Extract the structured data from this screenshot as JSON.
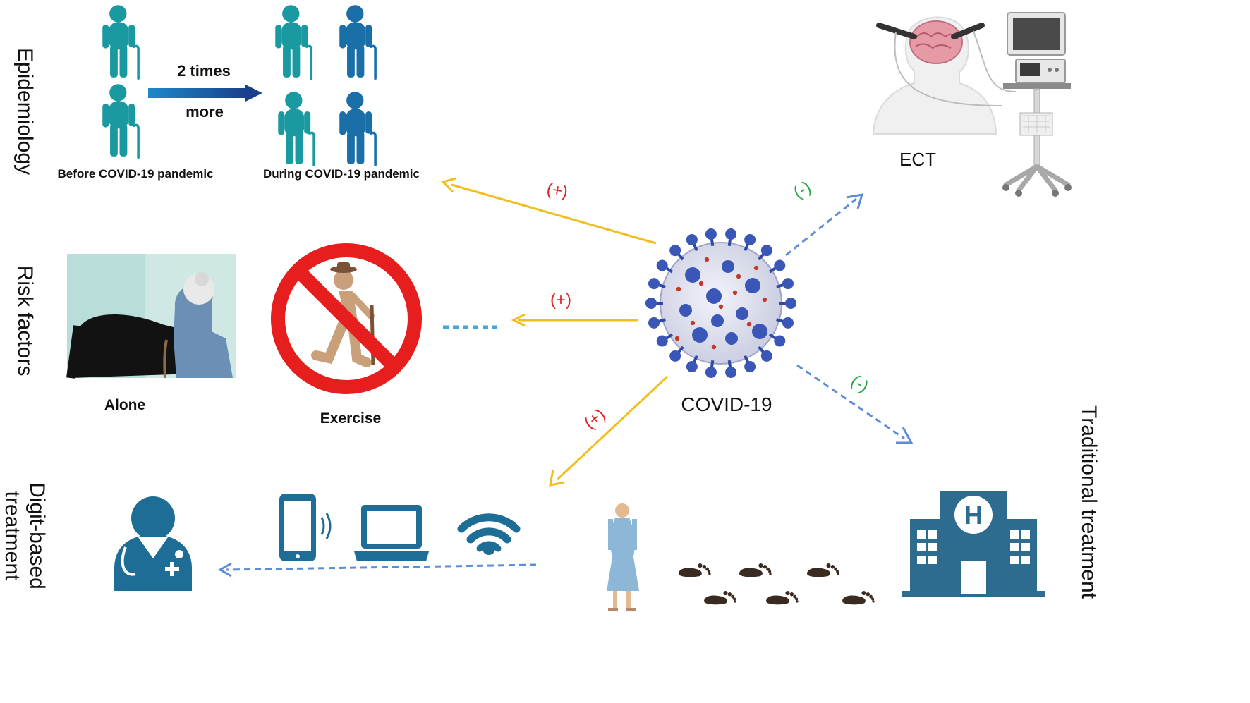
{
  "side_labels": {
    "epidemiology": "Epidemiology",
    "risk_factors": "Risk  factors",
    "digit_line1": "Digit-based",
    "digit_line2": "treatment",
    "traditional": "Traditional treatment"
  },
  "epidemiology": {
    "multiplier_top": "2 times",
    "multiplier_bottom": "more",
    "before": "Before COVID-19 pandemic",
    "during": "During COVID-19 pandemic"
  },
  "risk": {
    "alone": "Alone",
    "exercise": "Exercise"
  },
  "center": {
    "virus": "COVID-19"
  },
  "ect": "ECT",
  "signs": {
    "epidemiology": "(+)",
    "risk": "(+)",
    "digit": "(+)",
    "ect": "(-)",
    "traditional": "(-)"
  },
  "colors": {
    "positive_arrow": "#F2BE1D",
    "negative_arrow": "#5B8DD6",
    "plus_text": "#E02424",
    "minus_text": "#27A84A",
    "teal": "#1A9AA0",
    "blue": "#1B6FA8",
    "hospital": "#2D6C8F",
    "digital": "#1E6D97"
  }
}
